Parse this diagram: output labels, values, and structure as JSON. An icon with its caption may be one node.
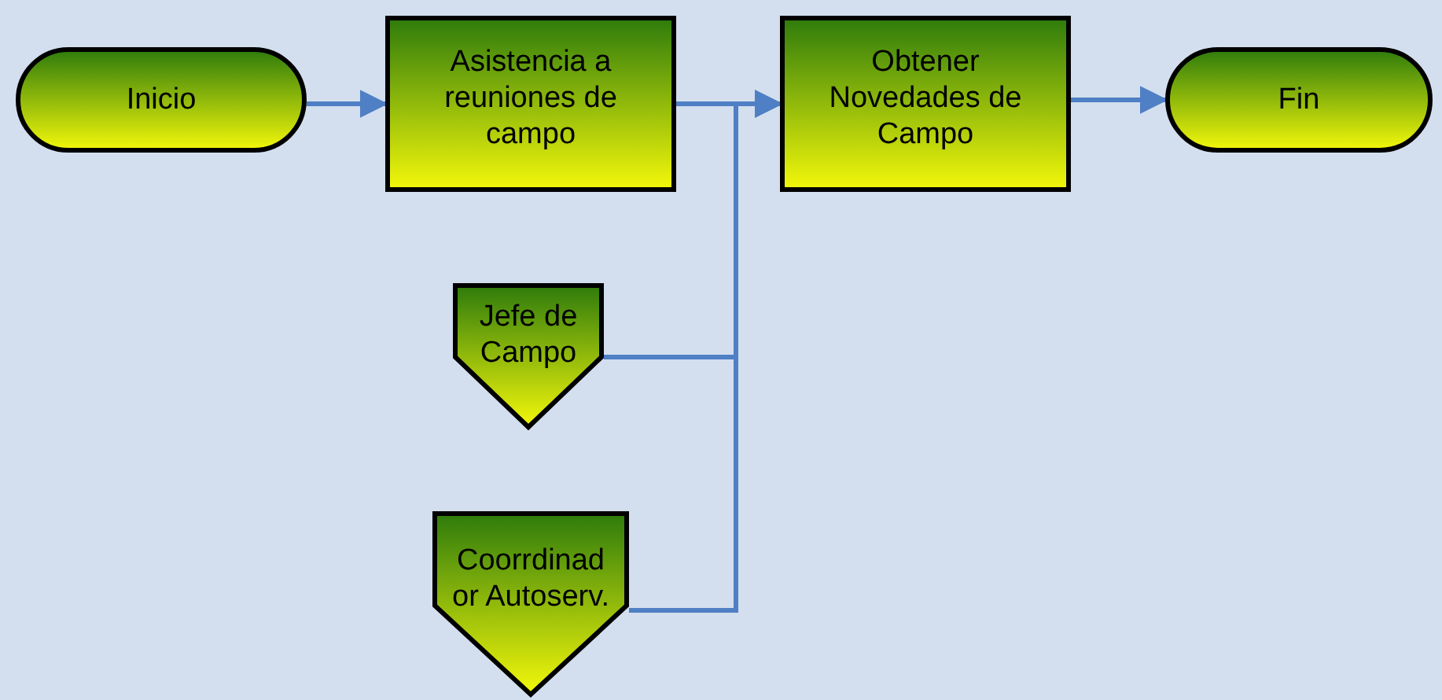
{
  "diagram": {
    "nodes": [
      {
        "text": [
          "Inicio"
        ]
      },
      {
        "text": [
          "Asistencia a reuniones de campo"
        ]
      },
      {
        "text": [
          "Obtener Novedades de Campo"
        ]
      },
      {
        "text": [
          "Fin"
        ]
      },
      {
        "text": [
          "Jefe de Campo"
        ]
      },
      {
        "text": [
          "Coorrdinador Autoserv."
        ]
      }
    ],
    "edges": [
      {
        "from": 0,
        "to": 1,
        "arrow": "to"
      },
      {
        "from": 1,
        "to": 2,
        "arrow": "to"
      },
      {
        "from": 4,
        "to": 2,
        "arrow": "to"
      },
      {
        "from": 5,
        "to": 2,
        "arrow": "to"
      },
      {
        "from": 2,
        "to": 3,
        "arrow": "to"
      }
    ]
  }
}
